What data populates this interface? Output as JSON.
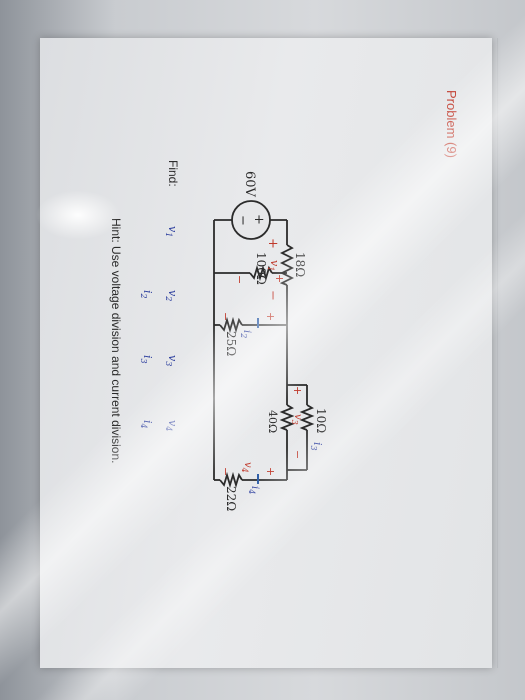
{
  "problem_title": "Problem (9)",
  "circuit": {
    "source": {
      "value": "60V",
      "plus": "+",
      "minus": "−"
    },
    "r18": {
      "value": "18Ω",
      "voltage": "v",
      "sub": "1",
      "plus": "+",
      "minus": "−"
    },
    "r100": {
      "value": "100Ω",
      "voltage": "v",
      "sub": "2",
      "plus": "+",
      "minus": "−"
    },
    "r25": {
      "value": "25Ω",
      "current": "i",
      "current_sub": "2",
      "plus": "+",
      "minus": "−"
    },
    "r10": {
      "value": "10Ω",
      "voltage": "v",
      "sub": "3",
      "plus": "+",
      "minus": "−",
      "current": "i",
      "current_sub": "3"
    },
    "r40": {
      "value": "40Ω"
    },
    "r22": {
      "value": "22Ω",
      "voltage": "v",
      "sub": "4",
      "plus": "+",
      "minus": "−",
      "current": "i",
      "current_sub": "4"
    }
  },
  "find": {
    "label": "Find:",
    "row1": [
      {
        "sym": "v",
        "sub": "1"
      },
      {
        "sym": "v",
        "sub": "2"
      },
      {
        "sym": "v",
        "sub": "3"
      },
      {
        "sym": "v",
        "sub": "4"
      }
    ],
    "row2": [
      {
        "sym": "i",
        "sub": "2"
      },
      {
        "sym": "i",
        "sub": "3"
      },
      {
        "sym": "i",
        "sub": "4"
      }
    ]
  },
  "hint": "Hint: Use voltage division and current division.",
  "colors": {
    "wire": "#2b2b2b",
    "label_red": "#c0392b",
    "label_blue": "#2c3e9e",
    "current_arrow": "#2f5fa8",
    "title": "#c0392b"
  }
}
